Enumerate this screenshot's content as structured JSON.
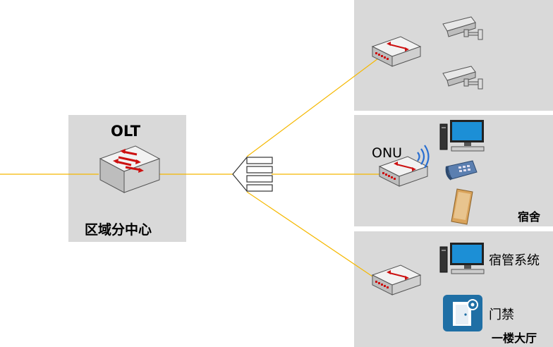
{
  "olt": {
    "title": "OLT",
    "caption": "区域分中心"
  },
  "onu_label": "ONU",
  "zones": [
    {
      "id": "cctv",
      "caption": ""
    },
    {
      "id": "dorm",
      "caption": "宿舍"
    },
    {
      "id": "lobby",
      "caption": "一楼大厅"
    }
  ],
  "lobby": {
    "pc_label": "宿管系统",
    "door_label": "门禁"
  },
  "icons": [
    "switch-icon",
    "camera-icon",
    "splitter-icon",
    "pc-icon",
    "phone-icon",
    "mobile-phone-icon",
    "wifi-icon",
    "door-access-icon"
  ],
  "colors": {
    "fiber": "#f5b800",
    "panel": "#d9d9d9",
    "switch_red": "#cc1111",
    "monitor_blue": "#1c8fd6",
    "door_blue": "#1f6fa5"
  }
}
